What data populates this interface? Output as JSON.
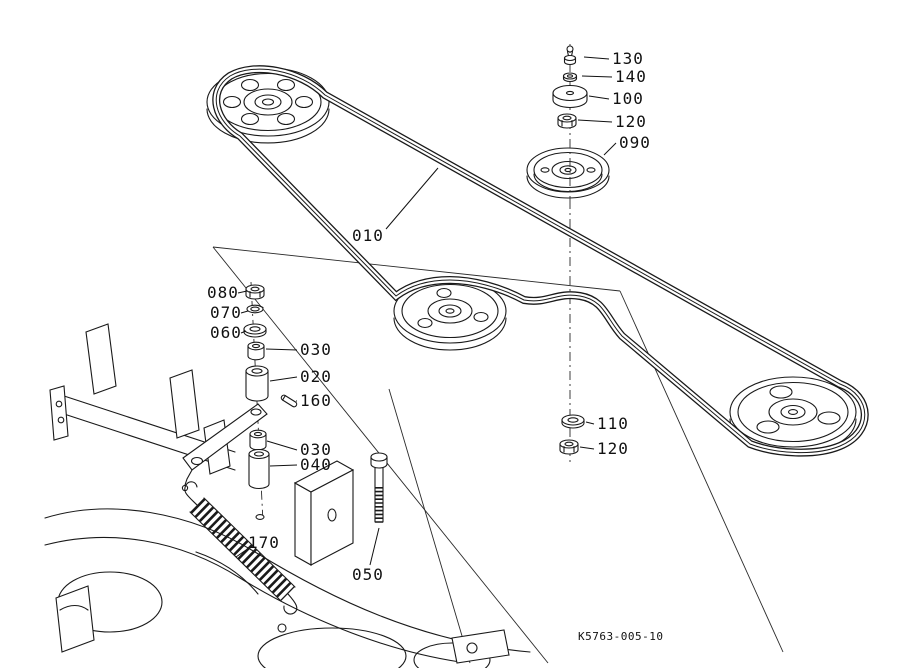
{
  "diagram": {
    "type": "exploded-parts-diagram",
    "ink_color": "#1a1a1a",
    "background_color": "#ffffff",
    "drawing_code": "K5763-005-10",
    "labels": {
      "l130": "130",
      "l140": "140",
      "l100": "100",
      "l120a": "120",
      "l090": "090",
      "l010": "010",
      "l080": "080",
      "l070": "070",
      "l060": "060",
      "l030a": "030",
      "l020": "020",
      "l160": "160",
      "l030b": "030",
      "l040": "040",
      "l110": "110",
      "l120b": "120",
      "l170": "170",
      "l050": "050"
    },
    "part_refs": [
      "010",
      "020",
      "030",
      "040",
      "050",
      "060",
      "070",
      "080",
      "090",
      "100",
      "110",
      "120",
      "130",
      "140",
      "160",
      "170"
    ]
  }
}
